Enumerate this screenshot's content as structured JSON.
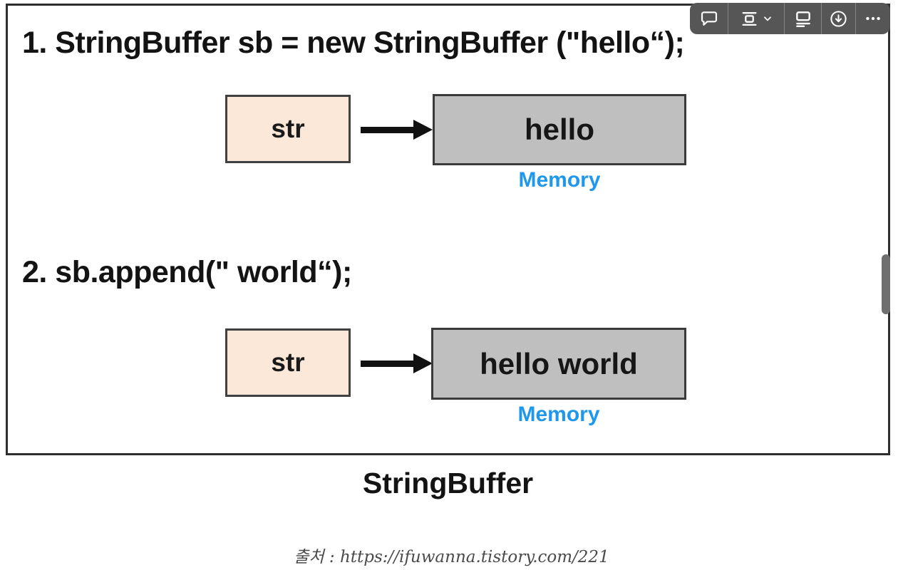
{
  "toolbar": {
    "background": "#565656",
    "icon_color": "#ffffff",
    "items": [
      {
        "icon": "comment-icon"
      },
      {
        "icon": "position-icon",
        "has_chevron": true
      },
      {
        "icon": "caption-icon"
      },
      {
        "icon": "download-icon"
      },
      {
        "icon": "more-options-icon"
      }
    ]
  },
  "figure": {
    "steps": [
      {
        "code": "1. StringBuffer sb = new StringBuffer (\"hello“);",
        "variable": "str",
        "memory_value": "hello",
        "memory_label": "Memory"
      },
      {
        "code": "2. sb.append(\" world“);",
        "variable": "str",
        "memory_value": "hello world",
        "memory_label": "Memory"
      }
    ],
    "caption": "StringBuffer",
    "source": "출처 : https://ifuwanna.tistory.com/221"
  },
  "colors": {
    "variable_box_fill": "#fce8d9",
    "variable_box_border": "#404040",
    "memory_box_fill": "#bfbfbf",
    "memory_box_border": "#3a3a3a",
    "memory_label_text": "#1f97ec",
    "frame_border": "#2e2e2e",
    "arrow": "#111111",
    "toolbar_background": "#565656",
    "scrollbar_thumb": "#6f6f6f"
  }
}
